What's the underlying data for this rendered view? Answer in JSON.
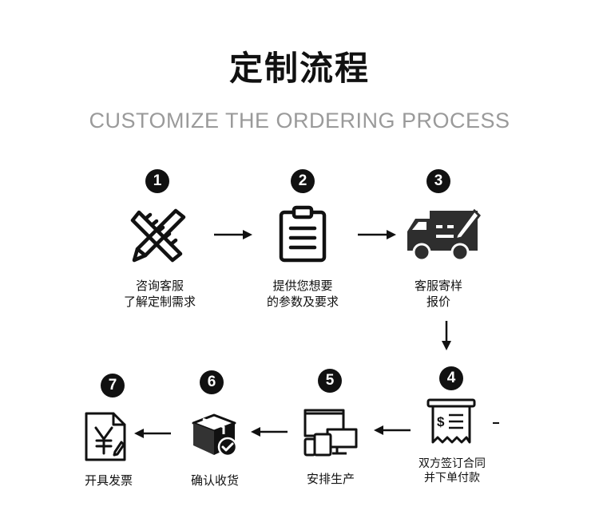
{
  "title": "定制流程",
  "subtitle": "CUSTOMIZE THE ORDERING PROCESS",
  "steps": [
    {
      "number": "1",
      "line1": "咨询客服",
      "line2": "了解定制需求",
      "icon": "ruler-pencil-icon"
    },
    {
      "number": "2",
      "line1": "提供您想要",
      "line2": "的参数及要求",
      "icon": "clipboard-icon"
    },
    {
      "number": "3",
      "line1": "客服寄样",
      "line2": "报价",
      "icon": "delivery-truck-icon"
    },
    {
      "number": "4",
      "line1": "双方签订合同",
      "line2": "并下单付款",
      "icon": "receipt-icon"
    },
    {
      "number": "5",
      "line1": "安排生产",
      "icon": "devices-icon"
    },
    {
      "number": "6",
      "line1": "确认收货",
      "icon": "package-check-icon"
    },
    {
      "number": "7",
      "line1": "开具发票",
      "icon": "invoice-yen-icon"
    }
  ]
}
